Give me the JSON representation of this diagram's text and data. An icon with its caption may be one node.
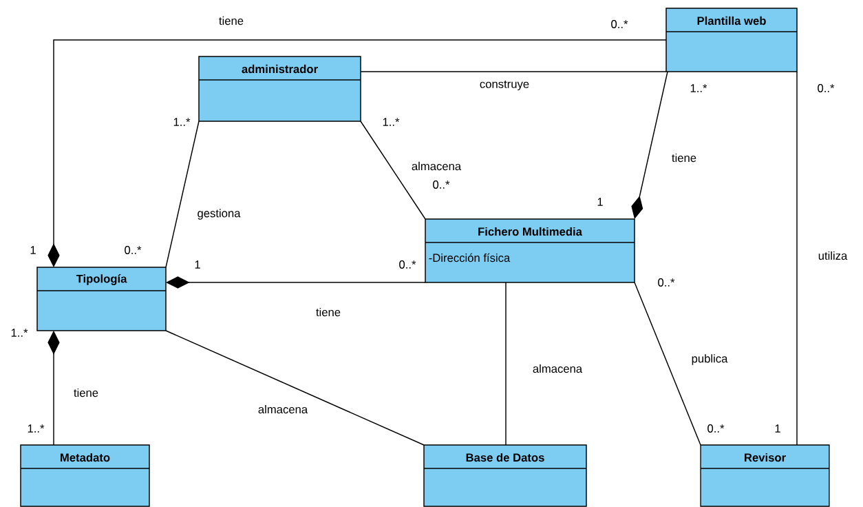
{
  "diagram": {
    "nodes": [
      {
        "text": [
          "Plantilla web"
        ]
      },
      {
        "text": [
          "administrador"
        ]
      },
      {
        "text": [
          "Fichero Multimedia",
          "-Dirección física"
        ]
      },
      {
        "text": [
          "Tipología"
        ]
      },
      {
        "text": [
          "Metadato"
        ]
      },
      {
        "text": [
          "Base de Datos"
        ]
      },
      {
        "text": [
          "Revisor"
        ]
      }
    ],
    "edges": [
      {
        "from": 3,
        "to": 0,
        "arrow": "other",
        "label": "tiene"
      },
      {
        "from": 1,
        "to": 0,
        "arrow": "none",
        "label": "construye"
      },
      {
        "from": 2,
        "to": 0,
        "arrow": "other",
        "label": "tiene"
      },
      {
        "from": 1,
        "to": 3,
        "arrow": "none",
        "label": "gestiona"
      },
      {
        "from": 1,
        "to": 2,
        "arrow": "none",
        "label": "almacena"
      },
      {
        "from": 3,
        "to": 2,
        "arrow": "other",
        "label": "tiene"
      },
      {
        "from": 3,
        "to": 4,
        "arrow": "other",
        "label": "tiene"
      },
      {
        "from": 3,
        "to": 5,
        "arrow": "none",
        "label": "almacena"
      },
      {
        "from": 2,
        "to": 5,
        "arrow": "none",
        "label": "almacena"
      },
      {
        "from": 2,
        "to": 6,
        "arrow": "none",
        "label": "publica"
      },
      {
        "from": 0,
        "to": 6,
        "arrow": "none",
        "label": "utiliza"
      }
    ],
    "labels": [
      "0..*",
      "1..*",
      "0..*",
      "1..*",
      "1..*",
      "0..*",
      "1",
      "1",
      "0..*",
      "1",
      "0..*",
      "0..*",
      "1..*",
      "1..*",
      "0..*",
      "1"
    ]
  }
}
